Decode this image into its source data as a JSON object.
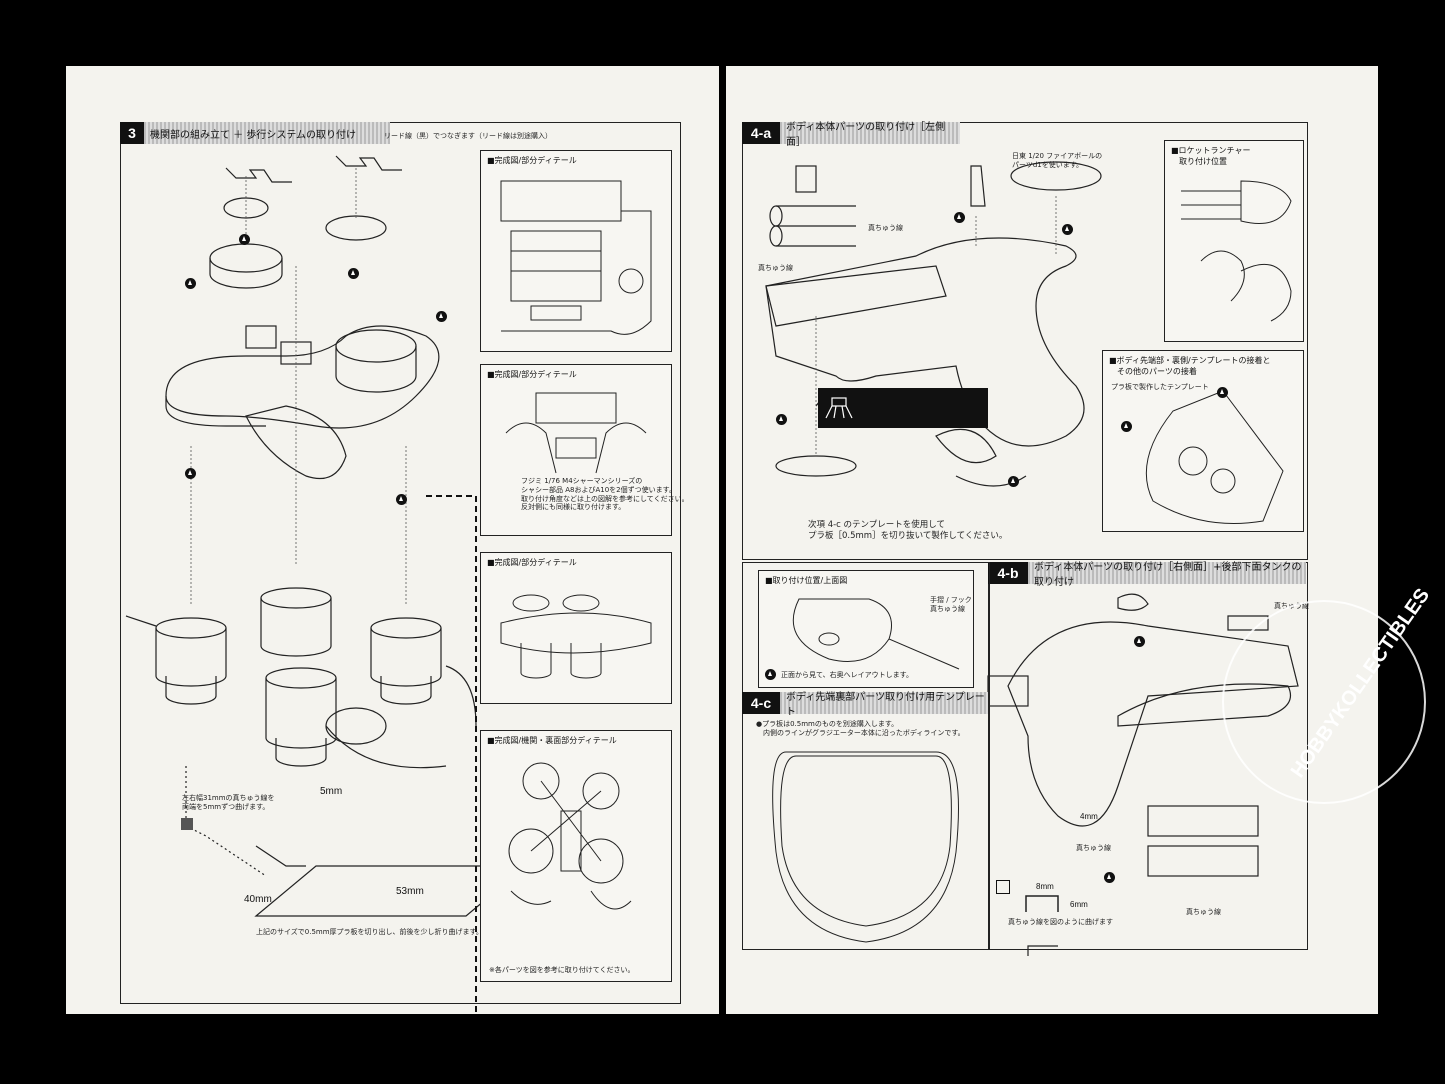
{
  "left": {
    "section3": {
      "num": "3",
      "title": "機関部の組み立て ＋ 歩行システムの取り付け",
      "lead_note": "リード線（黒）でつなぎます（リード線は別途購入）",
      "boxes": [
        {
          "title": "■完成図/部分ディテール"
        },
        {
          "title": "■完成図/部分ディテール",
          "note": "フジミ 1/76 M4シャーマンシリーズの\nシャシー部品 A8およびA10を2個ずつ使います。\n取り付け角度などは上の図解を参考にしてください。\n反対側にも同様に取り付けます。"
        },
        {
          "title": "■完成図/部分ディテール"
        },
        {
          "title": "■完成図/機関・裏面部分ディテール",
          "note": "※各パーツを図を参考に取り付けてください。"
        }
      ],
      "wire_note": "左右幅31mmの真ちゅう線を\n両端を5mmずつ曲げます。",
      "dim_5mm": "5mm",
      "dim_53mm": "53mm",
      "dim_40mm": "40mm",
      "bottom_note": "上記のサイズで0.5mm厚プラ板を切り出し、前後を少し折り曲げます。"
    }
  },
  "right": {
    "section4a": {
      "num": "4-a",
      "title": "ボディ本体パーツの取り付け［左側面］",
      "fireball_note": "日東 1/20 ファイアボールの\nパーツd1を使います。",
      "brass_label": "真ちゅう線",
      "brass_label2": "真ちゅう線",
      "rocket_box": "■ロケットランチャー\n　取り付け位置",
      "template_box": "■ボディ先端部・裏側/テンプレートの接着と\n　その他のパーツの接着",
      "plaplate_label": "プラ板で製作したテンプレート",
      "template_note": "次項 4-c のテンプレートを使用して\nプラ板［0.5mm］を切り抜いて製作してください。"
    },
    "section4b": {
      "num": "4-b",
      "title": "ボディ本体パーツの取り付け［右側面］+後部下面タンクの取り付け",
      "pos_box": "■取り付け位置/上面図",
      "pos_note": "正面から見て、右奥へレイアウトします。",
      "handrail": "手摺 / フック\n真ちゅう線",
      "brass_a": "真ちゅう線",
      "brass_b": "真ちゅう線",
      "brass_c": "真ちゅう線",
      "dim_4mm": "4mm",
      "dim_8mm": "8mm",
      "dim_6mm": "6mm",
      "bend_note": "真ちゅう線を図のように曲げます"
    },
    "section4c": {
      "num": "4-c",
      "title": "ボディ先端裏部パーツ取り付け用テンプレート",
      "note": "●プラ板は0.5mmのものを別途購入します。\n　内側のラインがグラジエーター本体に沿ったボディラインです。"
    }
  },
  "watermark": {
    "text": "HOBBYKOLLECTIBLES"
  }
}
